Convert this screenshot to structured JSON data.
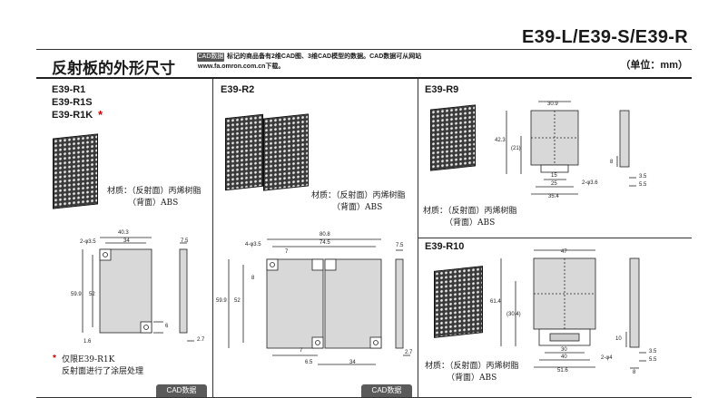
{
  "header": {
    "doc_title": "E39-L/E39-S/E39-R",
    "section_title": "反射板的外形尺寸",
    "cad_badge": "CAD数据",
    "cad_note_1": "标记的商品备有2维CAD图、3维CAD模型的数据。CAD数据可从网站",
    "cad_note_2": "www.fa.omron.com.cn下载。",
    "unit": "（单位：mm）"
  },
  "panels": {
    "r1": {
      "models": [
        "E39-R1",
        "E39-R1S",
        "E39-R1K"
      ],
      "asterisk": "*",
      "material_1": "材质：（反射面）丙烯树脂",
      "material_2": "（背面）ABS",
      "dims": {
        "top": "40.3",
        "inner_top": "34",
        "hole": "2-φ3.5",
        "h_outer": "59.9",
        "h_inner": "52",
        "bottom_left": "1.6",
        "small": "6",
        "thick": "7.5",
        "thin": "2.7"
      },
      "note_1": "仅限E39-R1K",
      "note_2": "反射面进行了涂层处理",
      "cad_label": "CAD数据"
    },
    "r2": {
      "model": "E39-R2",
      "material_1": "材质：（反射面）丙烯树脂",
      "material_2": "（背面）ABS",
      "dims": {
        "total": "80.8",
        "inner": "74.5",
        "hole": "4-φ3.5",
        "top_small": "7",
        "h_outer": "59.9",
        "h_inner": "52",
        "left_gap": "8",
        "bottom_small": "7",
        "bottom_gap": "6.5",
        "bottom_inner": "34",
        "thick": "7.5",
        "thin": "2.7"
      },
      "cad_label": "CAD数据"
    },
    "r9": {
      "model": "E39-R9",
      "material_1": "材质：（反射面）丙烯树脂",
      "material_2": "（背面）ABS",
      "dims": {
        "top": "30.9",
        "h_outer": "42.3",
        "h_mid": "(21)",
        "d15": "15",
        "d25": "25",
        "d354": "35.4",
        "hole": "2-φ3.6",
        "d8": "8",
        "d35": "3.5",
        "d55": "5.5"
      }
    },
    "r10": {
      "model": "E39-R10",
      "material_1": "材质：（反射面）丙烯树脂",
      "material_2": "（背面）ABS",
      "dims": {
        "top": "47",
        "h_outer": "61.4",
        "h_mid": "(30.4)",
        "d10": "10",
        "d30": "30",
        "d40": "40",
        "d516": "51.6",
        "hole": "2-φ4",
        "d35": "3.5",
        "d55": "5.5",
        "d8": "8"
      }
    }
  }
}
